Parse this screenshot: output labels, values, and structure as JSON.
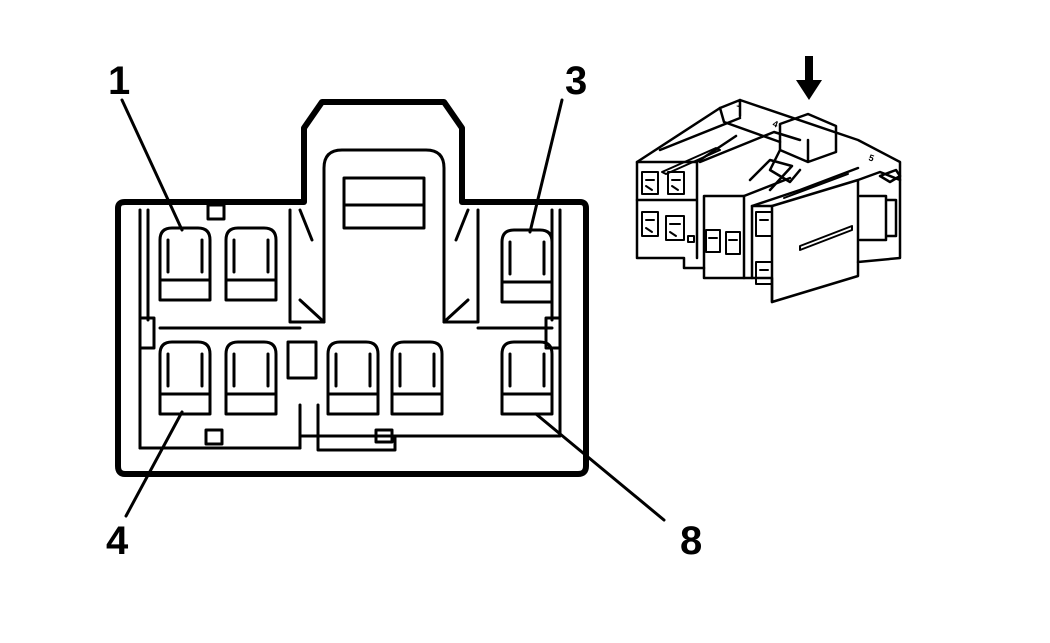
{
  "connector_front": {
    "pin_labels": [
      {
        "id": "pin-label-1",
        "text": "1"
      },
      {
        "id": "pin-label-3",
        "text": "3"
      },
      {
        "id": "pin-label-4",
        "text": "4"
      },
      {
        "id": "pin-label-8",
        "text": "8"
      }
    ]
  },
  "connector_iso": {
    "arrow_icon": "down-arrow-icon",
    "molded_marks": [
      "1",
      "4",
      "5"
    ]
  },
  "colors": {
    "line": "#000000",
    "background": "#ffffff"
  }
}
